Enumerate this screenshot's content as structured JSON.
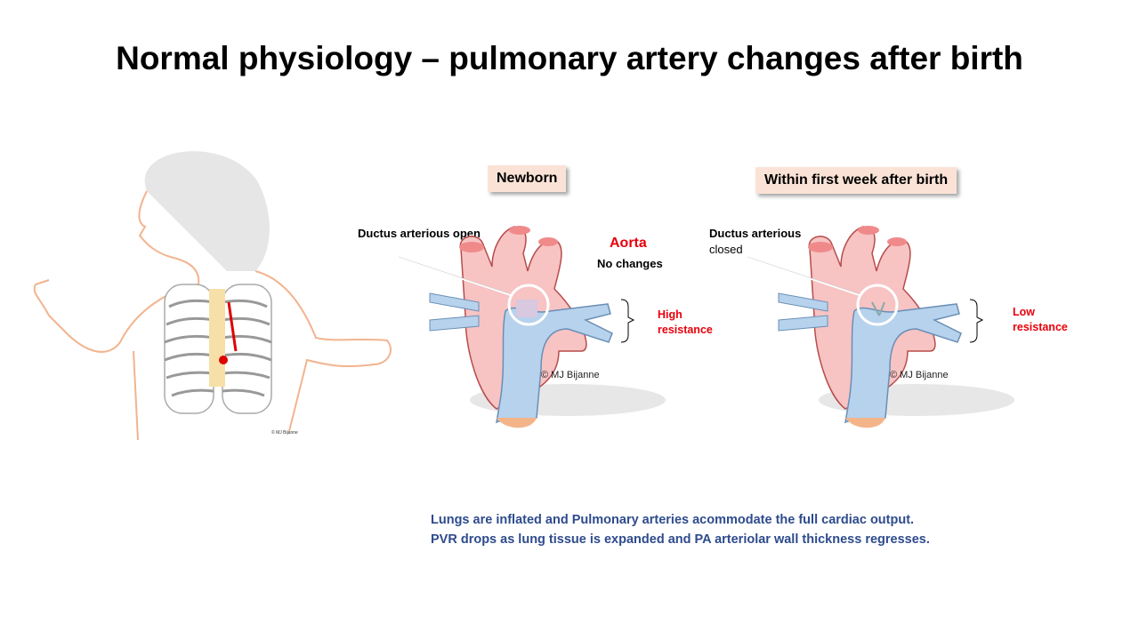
{
  "title": "Normal physiology – pulmonary artery changes after birth",
  "panels": [
    {
      "header": "Newborn",
      "ductus_label": "Ductus arterious open",
      "aorta_label": "Aorta",
      "aorta_note": "No changes",
      "resistance_line1": "High",
      "resistance_line2": "resistance",
      "signature": "© MJ Bijanne"
    },
    {
      "header": "Within first week after birth",
      "ductus_label": "Ductus arterious",
      "ductus_state": "closed",
      "resistance_line1": "Low",
      "resistance_line2": "resistance",
      "signature": "© MJ Bijanne"
    }
  ],
  "infant_signature": "© MJ Bijanne",
  "caption": {
    "line1": "Lungs are inflated and Pulmonary arteries acommodate the full cardiac output.",
    "line2": "PVR drops as lung tissue is expanded and PA arteriolar wall thickness regresses."
  },
  "colors": {
    "aorta": "#f7c3c3",
    "pulmonary": "#b7d2ec",
    "label_bg": "#fae3d6",
    "caption": "#2e4b8d",
    "alert": "#e8000b"
  }
}
